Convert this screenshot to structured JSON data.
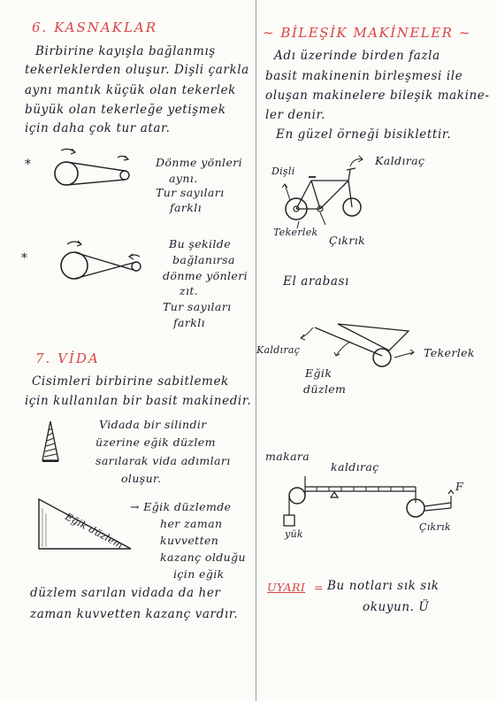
{
  "left": {
    "section6": {
      "title": "6. KASNAKLAR",
      "lines": [
        "Birbirine kayışla bağlanmış",
        "tekerleklerden oluşur. Dişli çarkla",
        "aynı mantık küçük olan tekerlek",
        "büyük olan tekerleğe yetişmek",
        "için daha çok tur atar."
      ],
      "bullet": "*",
      "case1": [
        "Dönme yönleri",
        "aynı.",
        "Tur sayıları",
        "farklı"
      ],
      "case2": [
        "Bu şekilde",
        "bağlanırsa",
        "dönme yönleri",
        "zıt.",
        "Tur sayıları",
        "farklı"
      ]
    },
    "section7": {
      "title": "7. VİDA",
      "lines": [
        "Cisimleri birbirine sabitlemek",
        "için kullanılan bir basit makinedir."
      ],
      "screw_text": [
        "Vidada bir silindir",
        "üzerine eğik düzlem",
        "sarılarak vida adımları",
        "oluşur."
      ],
      "incline_label": "Eğik düzlem",
      "incline_text": [
        "→ Eğik düzlemde",
        "her zaman",
        "kuvvetten",
        "kazanç olduğu",
        "için eğik"
      ],
      "conclusion": [
        "düzlem sarılan vidada da her",
        "zaman kuvvetten kazanç vardır."
      ]
    }
  },
  "right": {
    "title": "~ BİLEŞİK MAKİNELER ~",
    "lines": [
      "Adı üzerinde birden fazla",
      "basit makinenin birleşmesi ile",
      "oluşan makinelere bileşik makine-",
      "ler denir.",
      "En güzel örneği bisiklettir."
    ],
    "bike_labels": {
      "gear": "Dişli",
      "lever": "Kaldıraç",
      "wheel": "Tekerlek",
      "crank": "Çıkrık"
    },
    "cart": {
      "title": "El arabası",
      "lever": "Kaldıraç",
      "wheel": "Tekerlek",
      "incline": [
        "Eğik",
        "düzlem"
      ]
    },
    "crane": {
      "pulley": "makara",
      "lever": "kaldıraç",
      "force": "F",
      "crank": "Çıkrık",
      "load": "yük"
    },
    "warning": {
      "label": "UYARI",
      "eq": "=",
      "text1": "Bu notları sık sık",
      "text2": "okuyun. Ü"
    }
  }
}
